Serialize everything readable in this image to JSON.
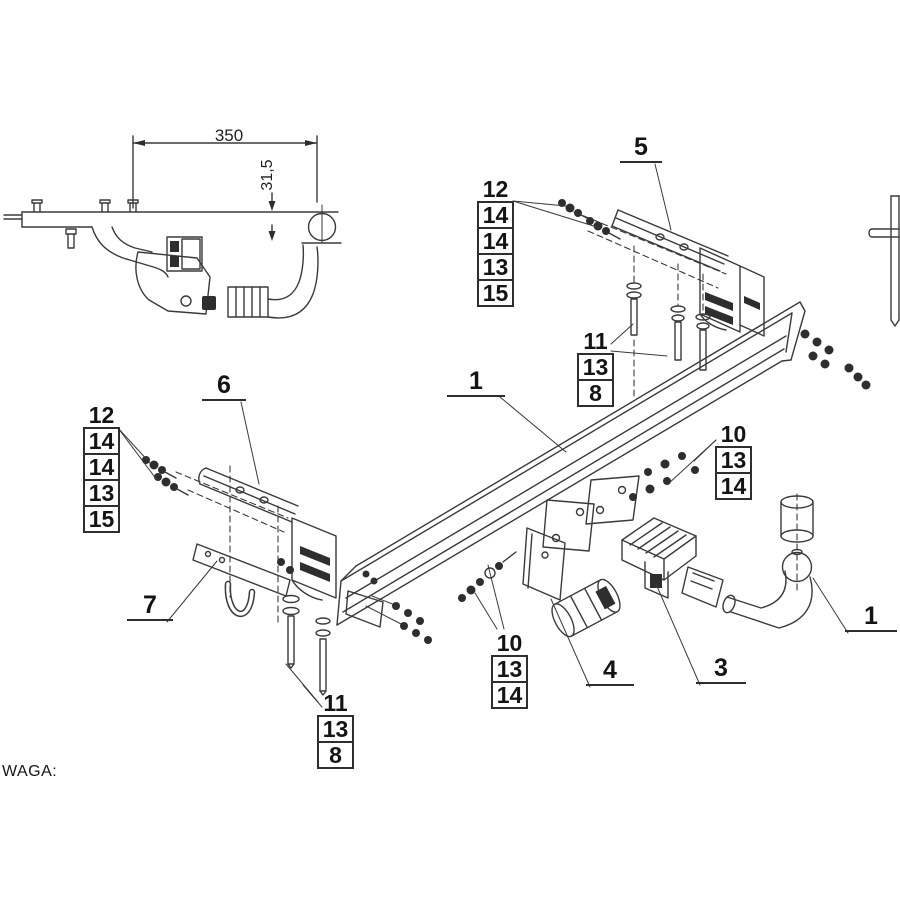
{
  "note_label": "WAGA:",
  "dimensions": {
    "width": "350",
    "height": "31,5"
  },
  "callouts": {
    "main_beam": "1",
    "tow_ball": "1",
    "plug_housing": "3",
    "socket_bracket": "4",
    "side_bracket_right": "5",
    "side_bracket_left": "6",
    "base_plate": "7"
  },
  "stacks": {
    "upper_right": [
      "12",
      "14",
      "14",
      "13",
      "15"
    ],
    "upper_left": [
      "12",
      "14",
      "14",
      "13",
      "15"
    ],
    "bolts_right": [
      "11",
      "13",
      "8"
    ],
    "bolts_left": [
      "11",
      "13",
      "8"
    ],
    "washers_right": [
      "10",
      "13",
      "14"
    ],
    "washers_center": [
      "10",
      "13",
      "14"
    ]
  },
  "colors": {
    "line": "#3a3a3a",
    "text": "#141414",
    "background": "#ffffff"
  }
}
